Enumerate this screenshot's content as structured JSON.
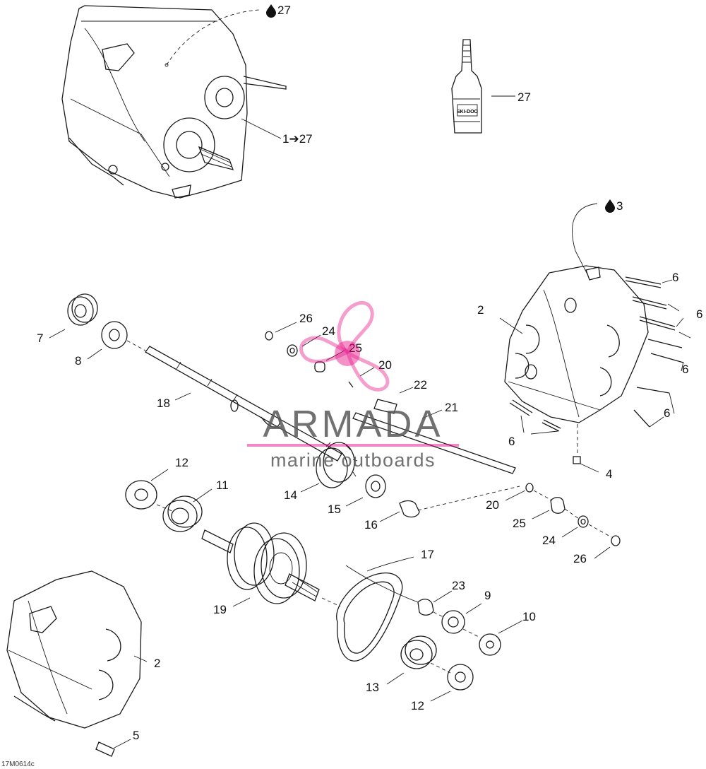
{
  "diagram": {
    "callouts": [
      {
        "id": "c27top",
        "text": "27",
        "oil": true
      },
      {
        "id": "c1to27",
        "text": "1➔27"
      },
      {
        "id": "c27bottle",
        "text": "27"
      },
      {
        "id": "c3",
        "text": "3",
        "oil": true
      },
      {
        "id": "c6a",
        "text": "6"
      },
      {
        "id": "c6b",
        "text": "6"
      },
      {
        "id": "c6c",
        "text": "6"
      },
      {
        "id": "c6d",
        "text": "6"
      },
      {
        "id": "c6e",
        "text": "6"
      },
      {
        "id": "c2r",
        "text": "2"
      },
      {
        "id": "c4",
        "text": "4"
      },
      {
        "id": "c7",
        "text": "7"
      },
      {
        "id": "c8",
        "text": "8"
      },
      {
        "id": "c18",
        "text": "18"
      },
      {
        "id": "c26a",
        "text": "26"
      },
      {
        "id": "c24a",
        "text": "24"
      },
      {
        "id": "c25a",
        "text": "25"
      },
      {
        "id": "c20a",
        "text": "20"
      },
      {
        "id": "c22",
        "text": "22"
      },
      {
        "id": "c21",
        "text": "21"
      },
      {
        "id": "c12a",
        "text": "12"
      },
      {
        "id": "c11",
        "text": "11"
      },
      {
        "id": "c14",
        "text": "14"
      },
      {
        "id": "c15",
        "text": "15"
      },
      {
        "id": "c16",
        "text": "16"
      },
      {
        "id": "c20b",
        "text": "20"
      },
      {
        "id": "c25b",
        "text": "25"
      },
      {
        "id": "c24b",
        "text": "24"
      },
      {
        "id": "c26b",
        "text": "26"
      },
      {
        "id": "c17",
        "text": "17"
      },
      {
        "id": "c23",
        "text": "23"
      },
      {
        "id": "c9",
        "text": "9"
      },
      {
        "id": "c10",
        "text": "10"
      },
      {
        "id": "c19",
        "text": "19"
      },
      {
        "id": "c13",
        "text": "13"
      },
      {
        "id": "c12b",
        "text": "12"
      },
      {
        "id": "c2l",
        "text": "2"
      },
      {
        "id": "c5",
        "text": "5"
      }
    ],
    "figure_code": "17M0614c",
    "bottle_label": "SKI-DOO"
  },
  "watermark": {
    "brand": "ARMADA",
    "tagline": "marine outboards",
    "color": "#e5007e"
  }
}
